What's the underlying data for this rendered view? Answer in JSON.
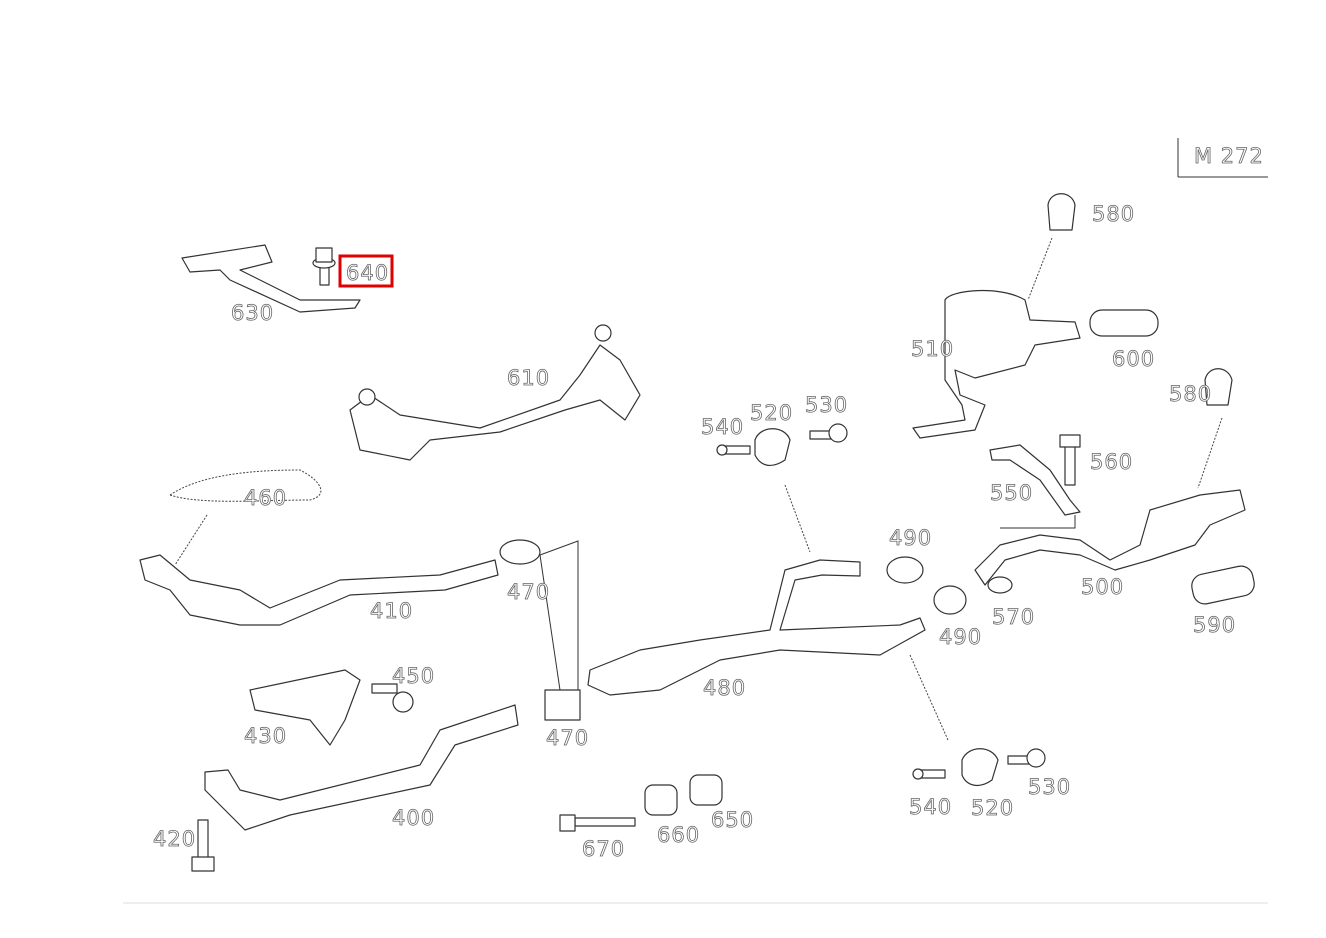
{
  "model_label": "M 272",
  "highlighted_part": "640",
  "highlight_color": "#e00000",
  "part_labels": [
    {
      "id": "p640",
      "text": "640"
    },
    {
      "id": "p630",
      "text": "630"
    },
    {
      "id": "p610",
      "text": "610"
    },
    {
      "id": "p460",
      "text": "460"
    },
    {
      "id": "p410",
      "text": "410"
    },
    {
      "id": "p470a",
      "text": "470"
    },
    {
      "id": "p470b",
      "text": "470"
    },
    {
      "id": "p450",
      "text": "450"
    },
    {
      "id": "p430",
      "text": "430"
    },
    {
      "id": "p400",
      "text": "400"
    },
    {
      "id": "p420",
      "text": "420"
    },
    {
      "id": "p480",
      "text": "480"
    },
    {
      "id": "p670",
      "text": "670"
    },
    {
      "id": "p660",
      "text": "660"
    },
    {
      "id": "p650",
      "text": "650"
    },
    {
      "id": "p540a",
      "text": "540"
    },
    {
      "id": "p520a",
      "text": "520"
    },
    {
      "id": "p530a",
      "text": "530"
    },
    {
      "id": "p490a",
      "text": "490"
    },
    {
      "id": "p490b",
      "text": "490"
    },
    {
      "id": "p570",
      "text": "570"
    },
    {
      "id": "p500",
      "text": "500"
    },
    {
      "id": "p590",
      "text": "590"
    },
    {
      "id": "p550",
      "text": "550"
    },
    {
      "id": "p560",
      "text": "560"
    },
    {
      "id": "p510",
      "text": "510"
    },
    {
      "id": "p580a",
      "text": "580"
    },
    {
      "id": "p600",
      "text": "600"
    },
    {
      "id": "p580b",
      "text": "580"
    },
    {
      "id": "p540b",
      "text": "540"
    },
    {
      "id": "p520b",
      "text": "520"
    },
    {
      "id": "p530b",
      "text": "530"
    }
  ]
}
